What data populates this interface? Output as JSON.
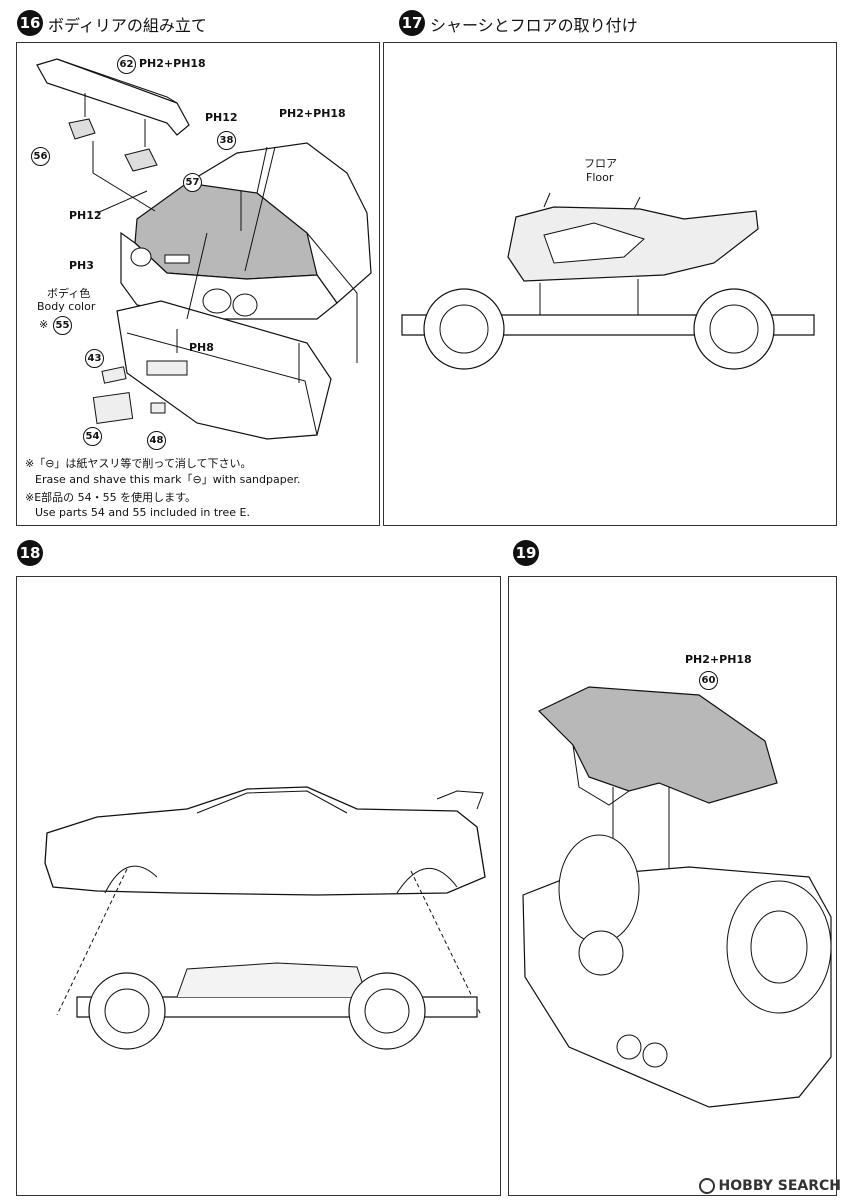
{
  "steps": {
    "s16": {
      "number": "16",
      "title": "ボディリアの組み立て"
    },
    "s17": {
      "number": "17",
      "title": "シャーシとフロアの取り付け"
    },
    "s18": {
      "number": "18"
    },
    "s19": {
      "number": "19"
    }
  },
  "panel16": {
    "part62": "62",
    "ref_wing": "PH2+PH18",
    "ref_body": "PH2+PH18",
    "ref_ph12_top": "PH12",
    "ref_ph12_left": "PH12",
    "ref_ph3": "PH3",
    "ref_ph8": "PH8",
    "part38": "38",
    "part56": "56",
    "part57": "57",
    "part55": "55",
    "part43": "43",
    "part54": "54",
    "part48": "48",
    "body_color_jp": "ボディ色",
    "body_color_en": "Body color",
    "note_star": "※",
    "note_line1": "※「⊖」は紙ヤスリ等で削って消して下さい。",
    "note_line2": "Erase and shave this mark「⊖」with sandpaper.",
    "note_line3": "※E部品の 54・55 を使用します。",
    "note_line4": "Use parts 54 and 55 included in tree E."
  },
  "panel17": {
    "floor_jp": "フロア",
    "floor_en": "Floor"
  },
  "panel19": {
    "ref": "PH2+PH18",
    "part60": "60"
  },
  "watermark": "HOBBY SEARCH"
}
